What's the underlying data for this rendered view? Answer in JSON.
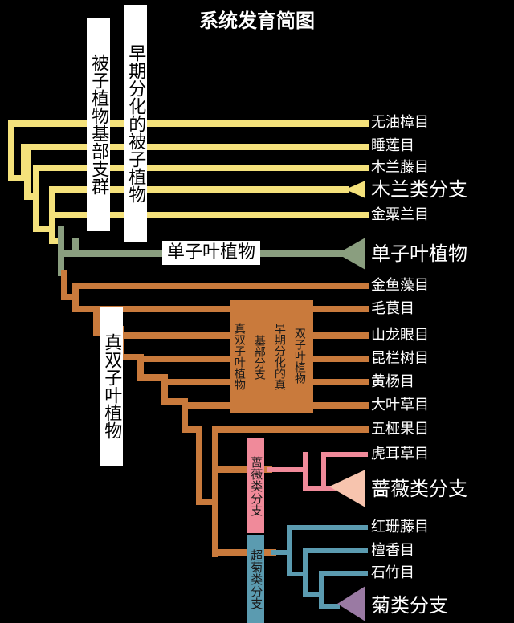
{
  "title": "系统发育简图",
  "colors": {
    "basal": "#f4e17b",
    "monocot": "#8a9e7f",
    "eudicot": "#c97a3c",
    "rosid": "#f08a9a",
    "rosid_fan": "#f7c4ae",
    "asterid": "#5b9bb0",
    "asterid_fan": "#9a7aa3"
  },
  "basal_box_1": "被子植物基部支群",
  "basal_box_2": "早期分化的被子植物",
  "monocot_label": "单子叶植物",
  "eudicot_label": "真双子叶植物",
  "eudicot_inner_box": [
    "真双子叶植物",
    "基部分支",
    "早期分化的真",
    "双子叶植物"
  ],
  "rosid_box": "蔷薇类分支",
  "asterid_box": "超菊类分支",
  "taxa": {
    "wuyouzhang": "无油樟目",
    "shuilian": "睡莲目",
    "mulanteng": "木兰藤目",
    "mulanlei": "木兰类分支",
    "jinsulan": "金粟兰目",
    "danziye": "单子叶植物",
    "jinyuzao": "金鱼藻目",
    "maogen": "毛茛目",
    "shanlongyan": "山龙眼目",
    "kunlanshu": "昆栏树目",
    "huangyang": "黄杨目",
    "dayecao": "大叶草目",
    "wuyaguo": "五桠果目",
    "huercao": "虎耳草目",
    "qiangwei": "蔷薇类分支",
    "hongshanteng": "红珊藤目",
    "tanxiang": "檀香目",
    "shizhu": "石竹目",
    "julei": "菊类分支"
  }
}
